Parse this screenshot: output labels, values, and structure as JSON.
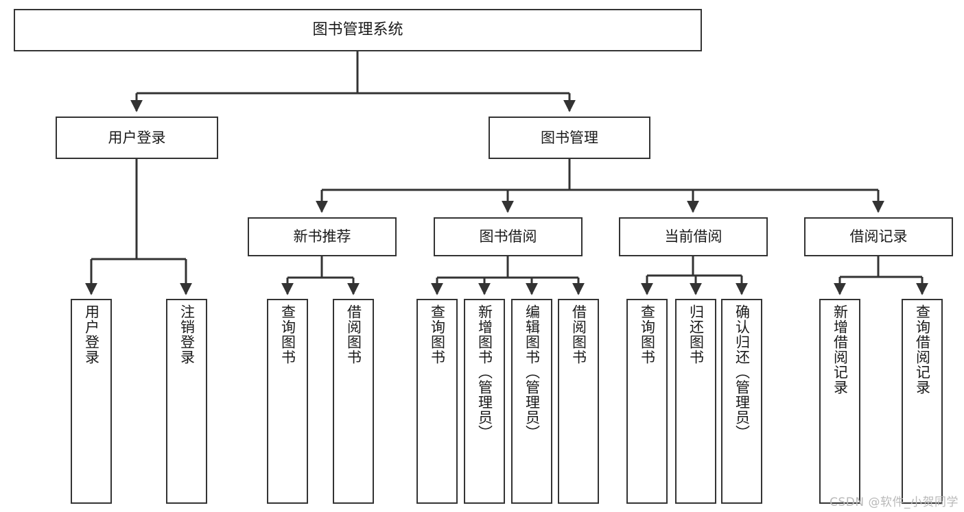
{
  "diagram": {
    "title": "图书管理系统",
    "type": "hierarchy-tree",
    "watermark": "CSDN @软件_小贺同学",
    "colors": {
      "box_border": "#333333",
      "box_fill": "#ffffff",
      "edge": "#333333",
      "text": "#1a1a1a",
      "watermark": "#b9b9b9",
      "background": "#ffffff"
    },
    "nodes": {
      "root": {
        "label": "图书管理系统"
      },
      "level2": [
        {
          "id": "user-login",
          "label": "用户登录"
        },
        {
          "id": "book-management",
          "label": "图书管理"
        }
      ],
      "level3": [
        {
          "id": "new-book-recommend",
          "label": "新书推荐"
        },
        {
          "id": "book-borrow",
          "label": "图书借阅"
        },
        {
          "id": "current-borrow",
          "label": "当前借阅"
        },
        {
          "id": "borrow-record",
          "label": "借阅记录"
        }
      ],
      "leaves": {
        "user_login": [
          {
            "id": "leaf-user-login",
            "label": "用户登录"
          },
          {
            "id": "leaf-logout-login",
            "label": "注销登录"
          }
        ],
        "new_book_recommend": [
          {
            "id": "leaf-query-book-1",
            "label": "查询图书"
          },
          {
            "id": "leaf-borrow-book-1",
            "label": "借阅图书"
          }
        ],
        "book_borrow": [
          {
            "id": "leaf-query-book-2",
            "label": "查询图书"
          },
          {
            "id": "leaf-add-book",
            "label": "新增图书（管理员）"
          },
          {
            "id": "leaf-edit-book",
            "label": "编辑图书（管理员）"
          },
          {
            "id": "leaf-borrow-book-2",
            "label": "借阅图书"
          }
        ],
        "current_borrow": [
          {
            "id": "leaf-query-book-3",
            "label": "查询图书"
          },
          {
            "id": "leaf-return-book",
            "label": "归还图书"
          },
          {
            "id": "leaf-confirm-return",
            "label": "确认归还（管理员）"
          }
        ],
        "borrow_record": [
          {
            "id": "leaf-add-record",
            "label": "新增借阅记录"
          },
          {
            "id": "leaf-query-record",
            "label": "查询借阅记录"
          }
        ]
      }
    }
  }
}
